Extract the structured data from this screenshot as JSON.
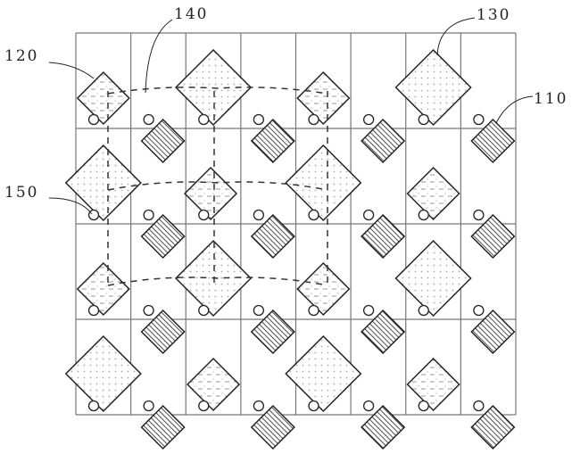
{
  "labels": {
    "l110": "110",
    "l120": "120",
    "l130": "130",
    "l140": "140",
    "l150": "150"
  },
  "grid": {
    "columns": 8,
    "rows": 4
  },
  "colors": {
    "line": "#333333",
    "grid": "#777777",
    "dots": "#aaaaaa"
  }
}
